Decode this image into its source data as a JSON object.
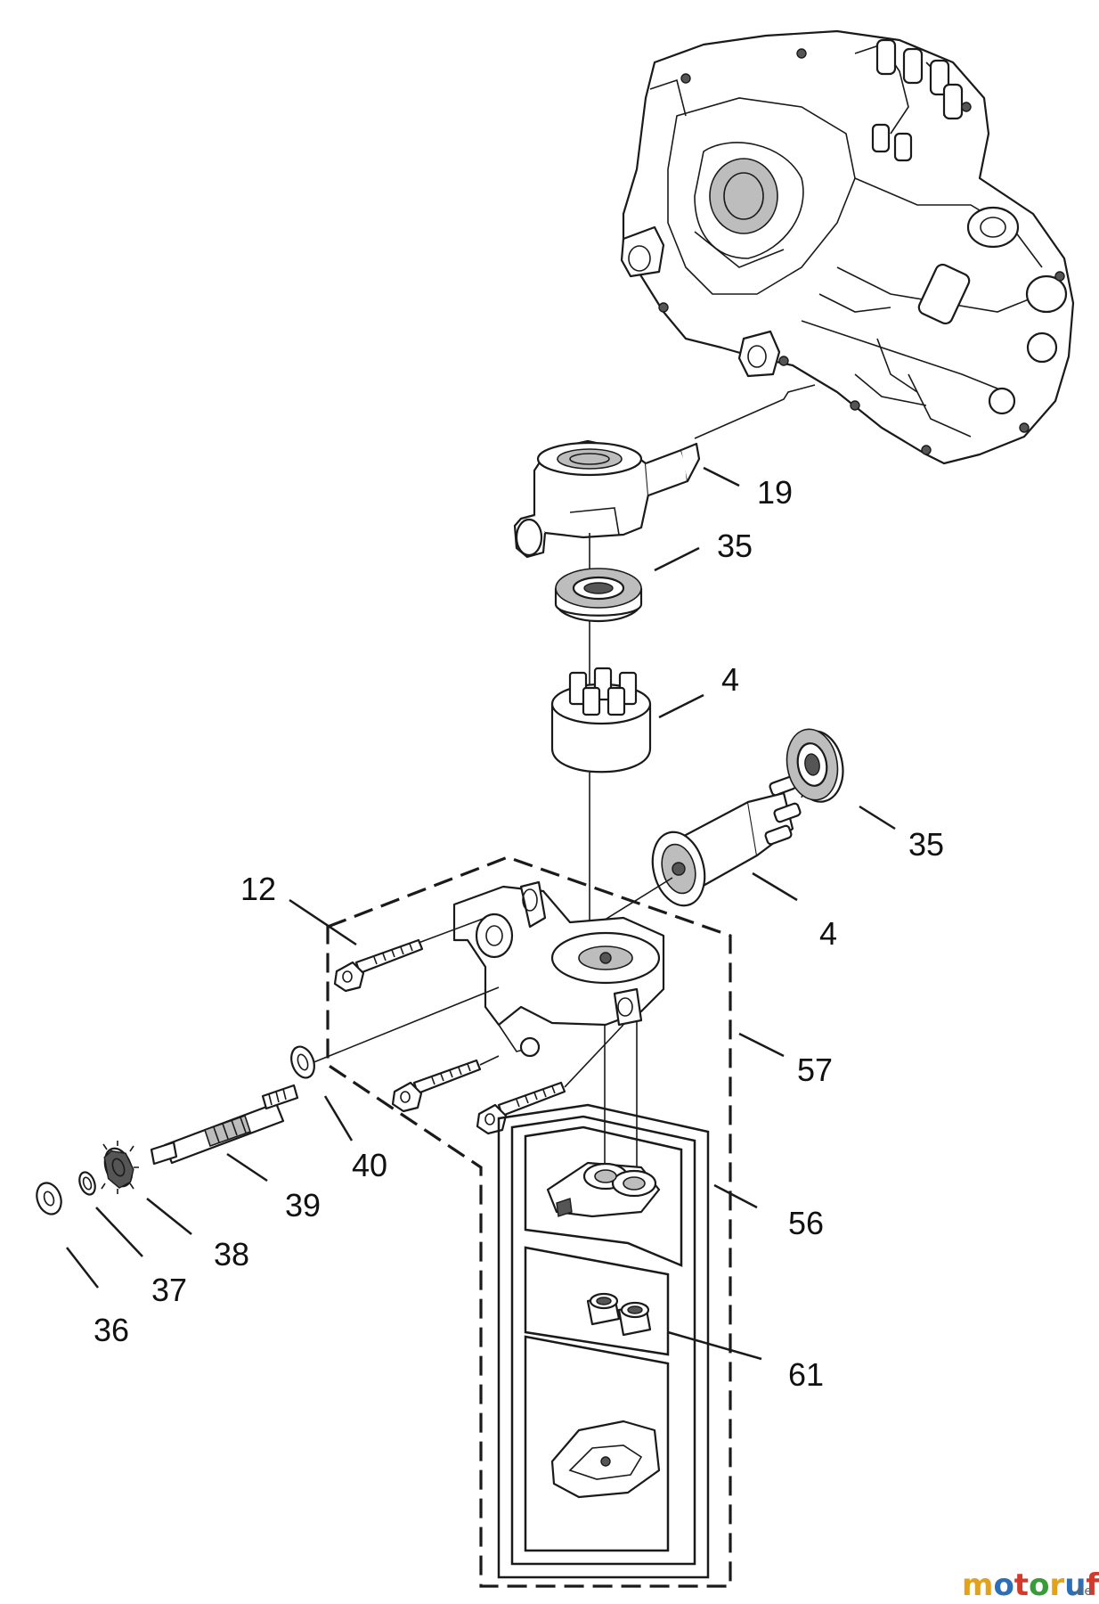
{
  "callouts": {
    "c19": "19",
    "c35a": "35",
    "c4a": "4",
    "c35b": "35",
    "c12": "12",
    "c4b": "4",
    "c57": "57",
    "c40": "40",
    "c39": "39",
    "c56": "56",
    "c38": "38",
    "c37": "37",
    "c36": "36",
    "c61": "61"
  },
  "watermark": {
    "brand": "motoruf",
    "tld": ".de",
    "colors": {
      "m": "#e2a21b",
      "o1": "#2d6fb7",
      "t": "#d33a2c",
      "o2": "#3a9b3a",
      "r": "#e2a21b",
      "u": "#2d6fb7",
      "f": "#d33a2c",
      "tld": "#666666"
    }
  }
}
